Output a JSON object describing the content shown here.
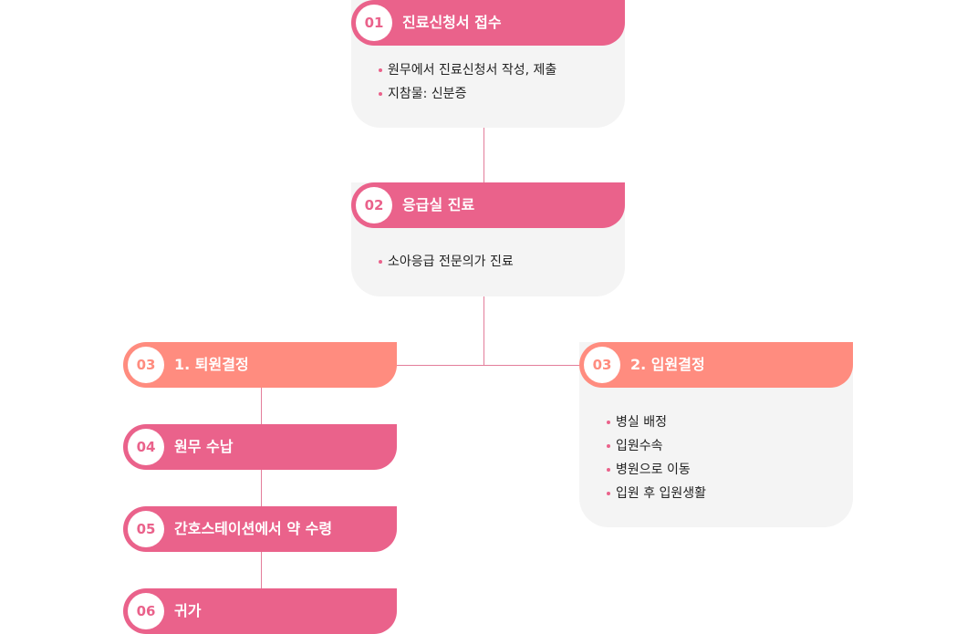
{
  "steps": [
    {
      "num": "01",
      "title": "진료신청서 접수",
      "items": [
        "원무에서 진료신청서 작성, 제출",
        "지참물: 신분증"
      ]
    },
    {
      "num": "02",
      "title": "응급실 진료",
      "items": [
        "소아응급 전문의가 진료"
      ]
    },
    {
      "num": "03",
      "title": "1. 퇴원결정"
    },
    {
      "num": "04",
      "title": "원무 수납"
    },
    {
      "num": "05",
      "title": "간호스테이션에서 약 수령"
    },
    {
      "num": "06",
      "title": "귀가"
    },
    {
      "num": "03",
      "title": "2. 입원결정",
      "items": [
        "병실 배정",
        "입원수속",
        "병원으로 이동",
        "입원 후 입원생활"
      ]
    }
  ],
  "colors": {
    "pink": "#ea628b",
    "salmon": "#ff8c7f",
    "panel": "#f4f4f4",
    "line": "#e37d9a"
  }
}
